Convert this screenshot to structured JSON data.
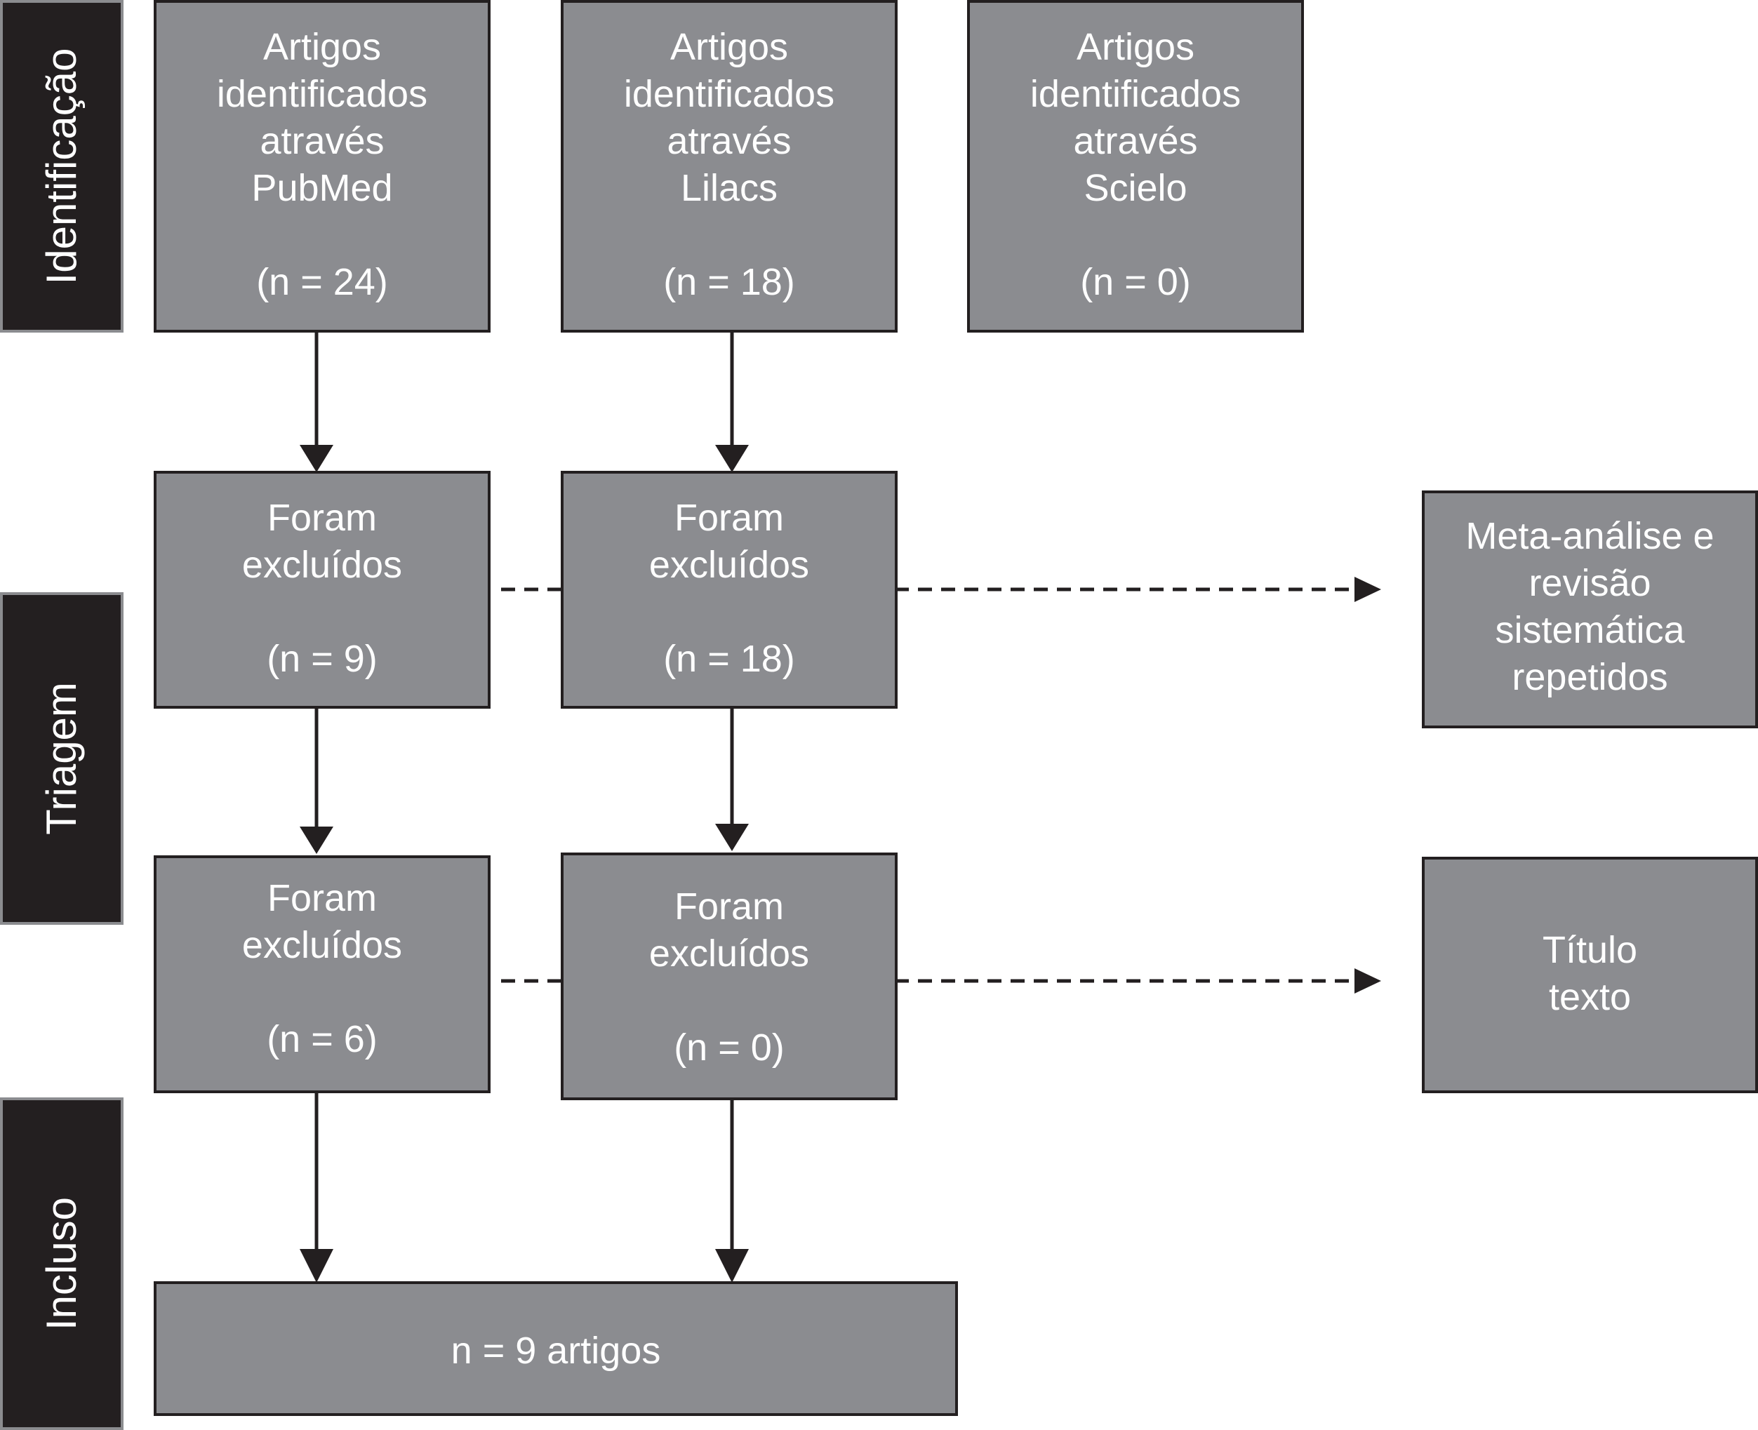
{
  "colors": {
    "box_fill": "#8b8c90",
    "box_border": "#231f20",
    "box_text": "#ffffff",
    "stage_fill": "#231f20",
    "stage_border": "#8b8c8f",
    "arrow": "#231f20"
  },
  "stages": {
    "identification": "Identificação",
    "screening": "Triagem",
    "included": "Incluso"
  },
  "identification": {
    "pubmed": {
      "title": "Artigos\nidentificados\natravés\nPubMed",
      "count": "(n = 24)"
    },
    "lilacs": {
      "title": "Artigos\nidentificados\natravés\nLilacs",
      "count": "(n = 18)"
    },
    "scielo": {
      "title": "Artigos\nidentificados\natravés\nScielo",
      "count": "(n = 0)"
    }
  },
  "screening_1": {
    "left": {
      "title": "Foram\nexcluídos",
      "count": "(n = 9)"
    },
    "right": {
      "title": "Foram\nexcluídos",
      "count": "(n = 18)"
    },
    "reason": "Meta-análise e\nrevisão\nsistemática\nrepetidos"
  },
  "screening_2": {
    "left": {
      "title": "Foram\nexcluídos",
      "count": "(n = 6)"
    },
    "right": {
      "title": "Foram\nexcluídos",
      "count": "(n = 0)"
    },
    "reason": "Título\ntexto"
  },
  "included": {
    "result": "n = 9 artigos"
  }
}
